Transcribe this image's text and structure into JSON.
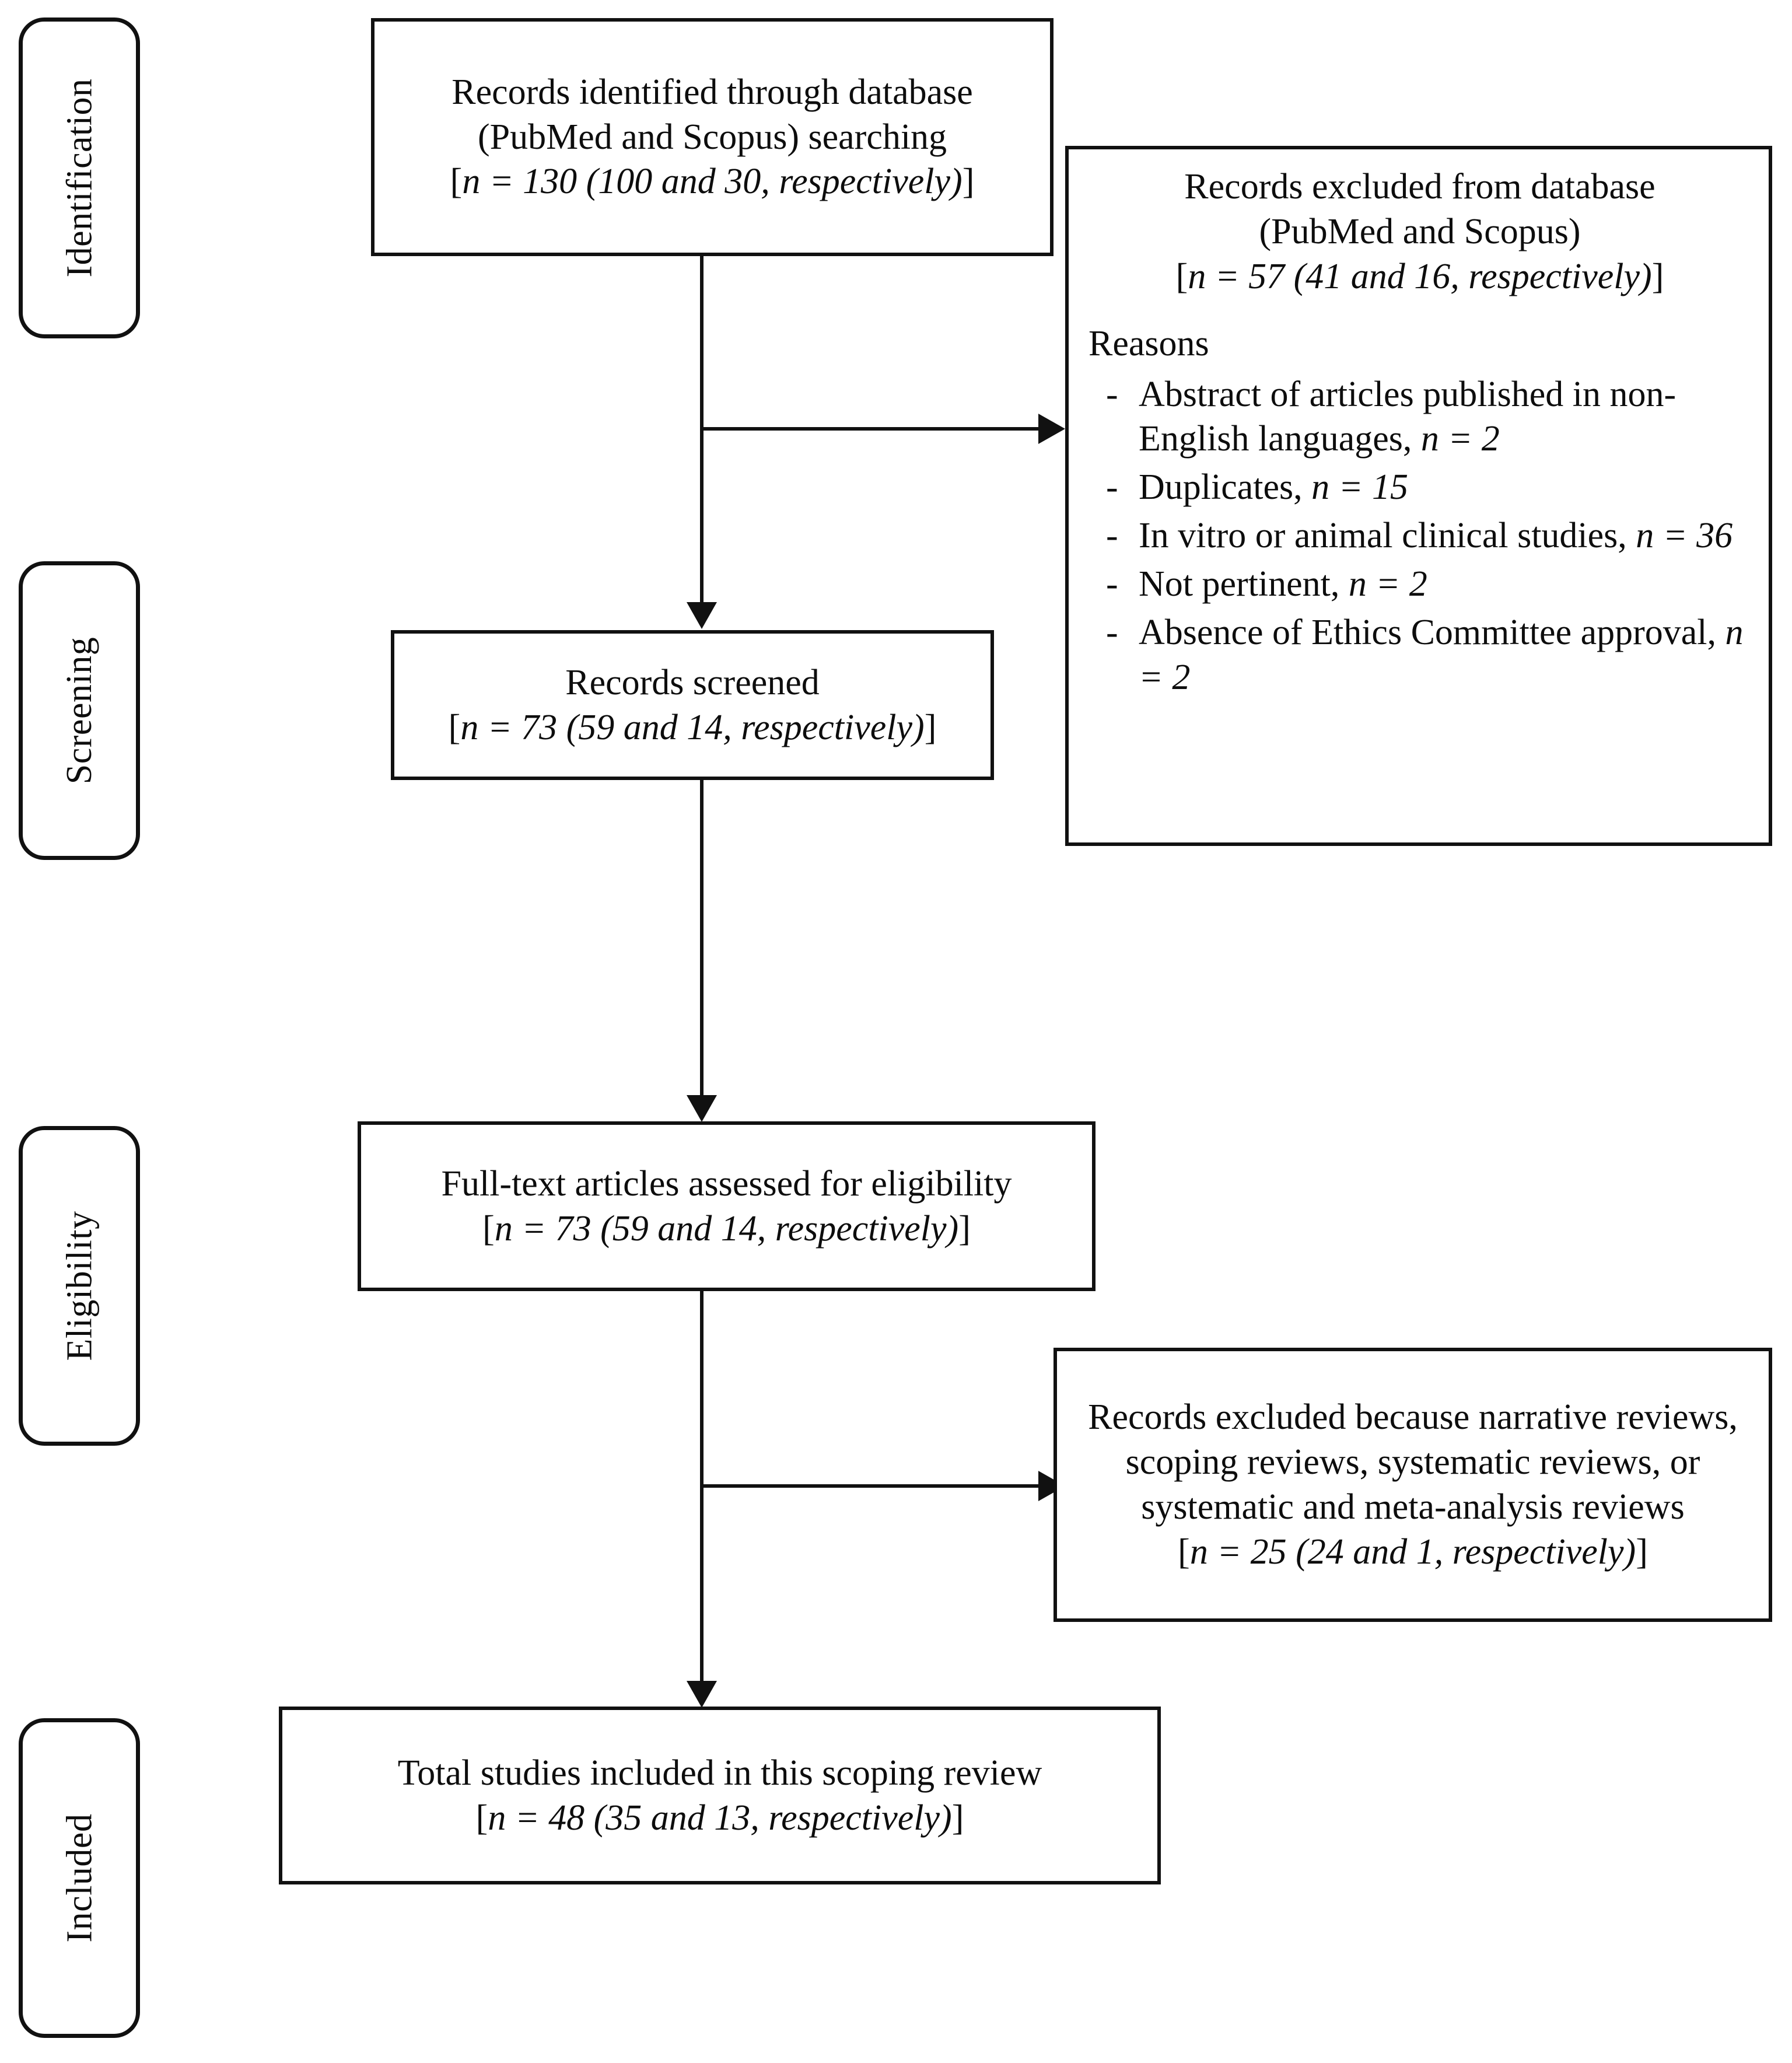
{
  "diagram": {
    "title": "PRISMA scoping review flow diagram",
    "stages": [
      {
        "key": "identification",
        "label": "Identification"
      },
      {
        "key": "screening",
        "label": "Screening"
      },
      {
        "key": "eligibility",
        "label": "Eligibility"
      },
      {
        "key": "included",
        "label": "Included"
      }
    ],
    "nodes": {
      "identified": {
        "line1": "Records identified through database",
        "line2": "(PubMed and Scopus) searching",
        "count_prefix": "[",
        "count_n": "n",
        "count_body": " = 130 (100 and 30, respectively)",
        "count_suffix": "]"
      },
      "excluded_database": {
        "line1": "Records excluded from database",
        "line2": "(PubMed and Scopus)",
        "count_prefix": "[",
        "count_n": "n",
        "count_body": " = 57 (41 and 16, respectively)",
        "count_suffix": "]",
        "reasons_label": "Reasons",
        "reasons": [
          {
            "marker": "-",
            "text_a": "Abstract of articles published in non-English languages, ",
            "n": "n",
            "text_b": " = 2"
          },
          {
            "marker": "-",
            "text_a": "Duplicates, ",
            "n": "n",
            "text_b": " = 15"
          },
          {
            "marker": "-",
            "text_a": "In vitro or animal clinical studies, ",
            "n": "n",
            "text_b": " = 36"
          },
          {
            "marker": "-",
            "text_a": "Not pertinent, ",
            "n": "n",
            "text_b": " = 2"
          },
          {
            "marker": "-",
            "text_a": "Absence of Ethics Committee approval, ",
            "n": "n",
            "text_b": " = 2"
          }
        ]
      },
      "screened": {
        "line1": "Records screened",
        "count_prefix": "[",
        "count_n": "n",
        "count_body": " = 73 (59 and 14, respectively)",
        "count_suffix": "]"
      },
      "fulltext": {
        "line1": "Full-text articles assessed for eligibility",
        "count_prefix": "[",
        "count_n": "n",
        "count_body": " = 73 (59 and 14, respectively)",
        "count_suffix": "]"
      },
      "excluded_reviews": {
        "line1": "Records excluded because narrative reviews, scoping reviews, systematic reviews, or systematic and meta-analysis reviews",
        "count_prefix": "[",
        "count_n": "n",
        "count_body": " = 25 (24 and 1, respectively)",
        "count_suffix": "]"
      },
      "included_total": {
        "line1": "Total studies included in this scoping review",
        "count_prefix": "[",
        "count_n": "n",
        "count_body": " = 48 (35 and 13, respectively)",
        "count_suffix": "]"
      }
    },
    "colors": {
      "stroke": "#111111",
      "background": "#ffffff",
      "text": "#0d0d0d"
    }
  },
  "chart_data": {
    "type": "diagram",
    "title": "PRISMA flow of study selection",
    "flow": [
      {
        "stage": "Identification",
        "label": "Records identified through database (PubMed and Scopus) searching",
        "n": 130,
        "breakdown": {
          "PubMed": 100,
          "Scopus": 30
        }
      },
      {
        "stage": "Identification",
        "label": "Records excluded from database (PubMed and Scopus)",
        "n": 57,
        "breakdown": {
          "PubMed": 41,
          "Scopus": 16
        },
        "reasons": [
          {
            "reason": "Abstract of articles published in non-English languages",
            "n": 2
          },
          {
            "reason": "Duplicates",
            "n": 15
          },
          {
            "reason": "In vitro or animal clinical studies",
            "n": 36
          },
          {
            "reason": "Not pertinent",
            "n": 2
          },
          {
            "reason": "Absence of Ethics Committee approval",
            "n": 2
          }
        ]
      },
      {
        "stage": "Screening",
        "label": "Records screened",
        "n": 73,
        "breakdown": {
          "PubMed": 59,
          "Scopus": 14
        }
      },
      {
        "stage": "Eligibility",
        "label": "Full-text articles assessed for eligibility",
        "n": 73,
        "breakdown": {
          "PubMed": 59,
          "Scopus": 14
        }
      },
      {
        "stage": "Eligibility",
        "label": "Records excluded because narrative reviews, scoping reviews, systematic reviews, or systematic and meta-analysis reviews",
        "n": 25,
        "breakdown": {
          "PubMed": 24,
          "Scopus": 1
        }
      },
      {
        "stage": "Included",
        "label": "Total studies included in this scoping review",
        "n": 48,
        "breakdown": {
          "PubMed": 35,
          "Scopus": 13
        }
      }
    ]
  }
}
